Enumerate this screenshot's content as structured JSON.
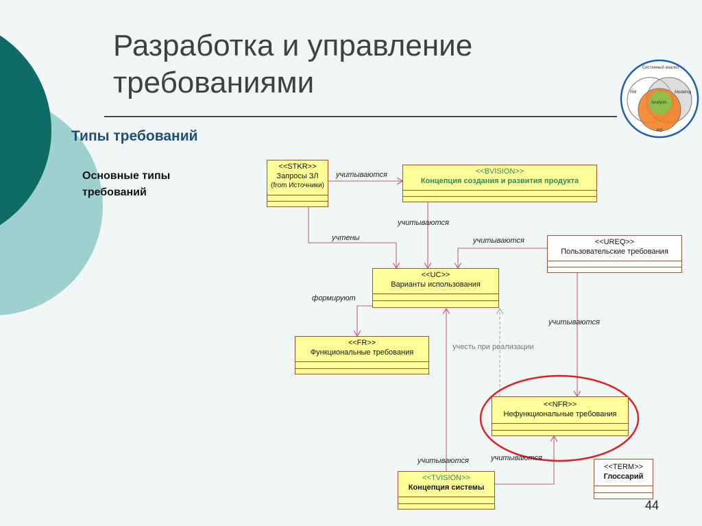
{
  "slide": {
    "title": "Разработка и управление требованиями",
    "subtitle": "Типы требований",
    "body_text": "Основные типы требований",
    "page_number": "44"
  },
  "venn": {
    "title": "Системный анализ",
    "rm": "RM",
    "modeling": "Modeling",
    "analysis": "Analysis",
    "rd": "RD"
  },
  "boxes": {
    "stkr": {
      "stereotype": "<<STKR>>",
      "name": "Запросы ЗЛ",
      "sub": "(from Источники)"
    },
    "bvision": {
      "stereotype": "<<BVISION>>",
      "name": "Концепция создания и развития продукта"
    },
    "ureq": {
      "stereotype": "<<UREQ>>",
      "name": "Пользовательские требования"
    },
    "uc": {
      "stereotype": "<<UC>>",
      "name": "Варианты использования"
    },
    "fr": {
      "stereotype": "<<FR>>",
      "name": "Функциональные требования"
    },
    "nfr": {
      "stereotype": "<<NFR>>",
      "name": "Нефункциональные требования"
    },
    "tvision": {
      "stereotype": "<<TVISION>>",
      "name": "Концепция системы"
    },
    "term": {
      "stereotype": "<<TERM>>",
      "name": "Глоссарий"
    }
  },
  "labels": {
    "stkr_bvision": "учитываются",
    "bvision_uc": "учитываются",
    "stkr_uc": "учтены",
    "ureq_uc": "учитываются",
    "uc_fr": "формируют",
    "ureq_nfr": "учитываются",
    "nfr_uc": "учесть при реализации",
    "tvision_uc": "учитываются",
    "tvision_nfr": "учитываются"
  },
  "colors": {
    "box_fill": "#ffff99",
    "box_border": "#a0522d",
    "connector": "#c0607a",
    "highlight_ellipse": "#e02020",
    "deco_dark": "#0e6b66",
    "deco_light": "#9fd0d0"
  }
}
